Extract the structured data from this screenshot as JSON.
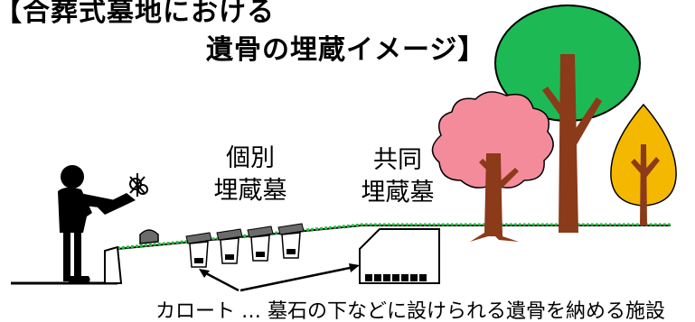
{
  "title": {
    "line1": "【合葬式墓地における",
    "line2": "遺骨の埋蔵イメージ】"
  },
  "labels": {
    "individual_line1": "個別",
    "individual_line2": "埋蔵墓",
    "joint_line1": "共同",
    "joint_line2": "埋蔵墓"
  },
  "caption": "カロート … 墓石の下などに設けられる遺骨を納める施設",
  "colors": {
    "grass_dot": "#1fbf3a",
    "canopy_green": "#1db954",
    "trunk": "#8b3a1a",
    "pink_tree": "#f48b9b",
    "yellow_tree": "#f5b800"
  }
}
